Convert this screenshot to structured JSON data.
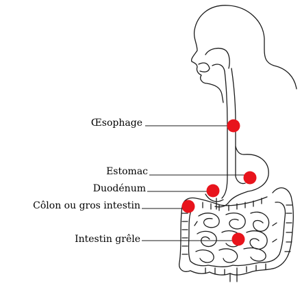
{
  "labels": {
    "oesophage": "Œsophage",
    "estomac": "Estomac",
    "duodenum": "Duodénum",
    "colon": "Côlon ou gros intestin",
    "intestin_grele": "Intestin grêle"
  },
  "colors": {
    "marker": "#e8141c",
    "outline": "#1a1a1a"
  }
}
